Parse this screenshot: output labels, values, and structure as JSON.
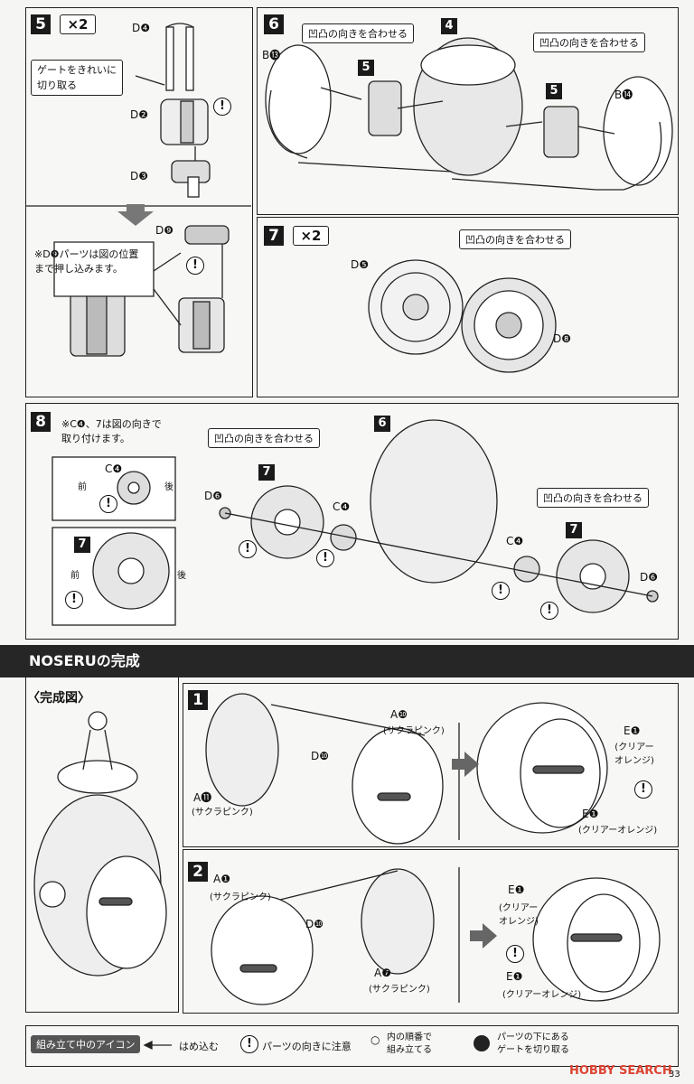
{
  "step5": {
    "num": "5",
    "mult": "×2",
    "d4": "D❹",
    "d2": "D❷",
    "d3": "D❸",
    "d9": "D❾",
    "gate_note": "ゲートをきれいに\n切り取る",
    "d9_note": "※D❾パーツは図の位置\nまで押し込みます。"
  },
  "step6": {
    "num": "6",
    "b13": "B⓭",
    "b14": "B⓮",
    "sub5a": "5",
    "sub5b": "5",
    "sub4": "4",
    "align1": "凹凸の向きを合わせる",
    "align2": "凹凸の向きを合わせる"
  },
  "step7": {
    "num": "7",
    "mult": "×2",
    "d5": "D❺",
    "d8": "D❽",
    "align": "凹凸の向きを合わせる"
  },
  "step8": {
    "num": "8",
    "note": "※C❹、7は図の向きで\n取り付けます。",
    "c4": "C❹",
    "front": "前",
    "back": "後",
    "sub7": "7",
    "d6a": "D❻",
    "d6b": "D❻",
    "c4a": "C❹",
    "c4b": "C❹",
    "sub7a": "7",
    "sub7b": "7",
    "sub6": "6",
    "align1": "凹凸の向きを合わせる",
    "align2": "凹凸の向きを合わせる"
  },
  "section_title": "NOSERUの完成",
  "completed": {
    "label": "〈完成図〉"
  },
  "sub1": {
    "num": "1",
    "a10": "A❿",
    "a10_color": "(サクラピンク)",
    "d10": "D❿",
    "a11": "A⓫",
    "a11_color": "(サクラピンク)",
    "e1a": "E❶",
    "e1a_color": "(クリアー\nオレンジ)",
    "e1b": "E❶",
    "e1b_color": "(クリアーオレンジ)"
  },
  "sub2": {
    "num": "2",
    "a1": "A❶",
    "a1_color": "(サクラピンク)",
    "d10": "D❿",
    "a7": "A❼",
    "a7_color": "(サクラピンク)",
    "e1a": "E❶",
    "e1a_color": "(クリアー\nオレンジ)",
    "e1b": "E❶",
    "e1b_color": "(クリアーオレンジ)"
  },
  "legend": {
    "title": "組み立て中のアイコン",
    "press": "はめ込む",
    "orient": "パーツの向きに注意",
    "order": "内の順番で\n組み立てる",
    "order_prefix": "○",
    "gate": "パーツの下にある\nゲートを切り取る"
  },
  "watermark": "HOBBY SEARCH",
  "page": "33",
  "colors": {
    "dark": "#1a1a1a",
    "line": "#222222",
    "accent": "#d43a2a"
  }
}
